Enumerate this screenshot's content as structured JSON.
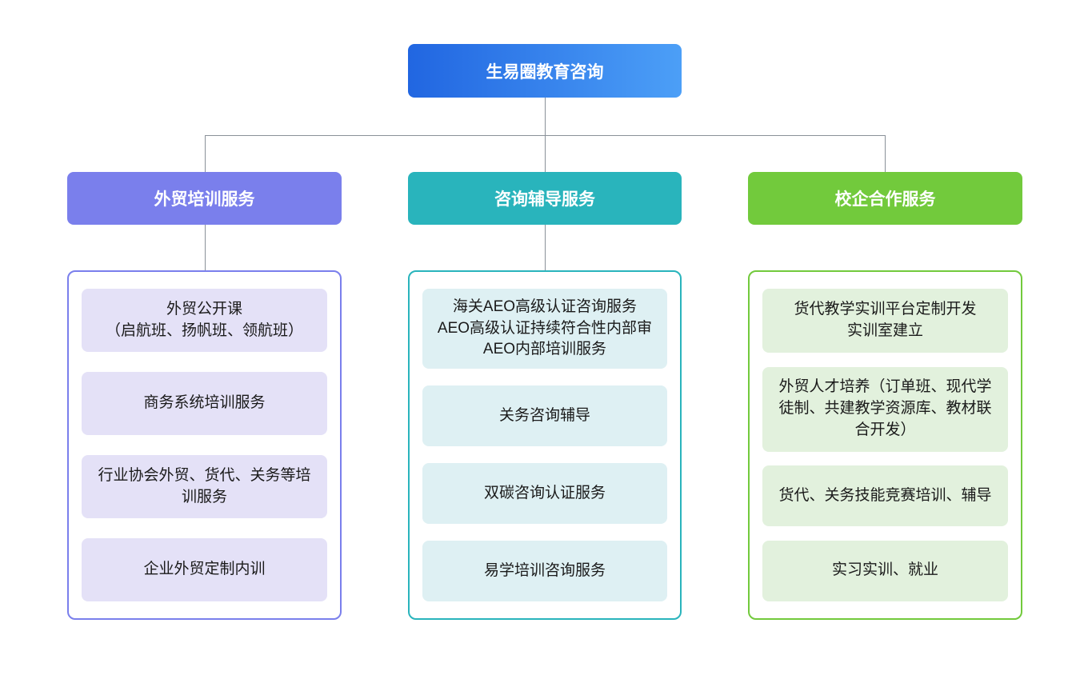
{
  "page_bg": "#ffffff",
  "connector_color": "#8a9199",
  "root": {
    "label": "生易圈教育咨询",
    "gradient_from": "#2166e1",
    "gradient_to": "#4c9ff7"
  },
  "branches": [
    {
      "label": "外贸培训服务",
      "accent": "#7a7fec",
      "item_bg": "#e4e1f7",
      "items": [
        "外贸公开课\n（启航班、扬帆班、领航班）",
        "商务系统培训服务",
        "行业协会外贸、货代、关务等培训服务",
        "企业外贸定制内训"
      ]
    },
    {
      "label": "咨询辅导服务",
      "accent": "#29b4bc",
      "item_bg": "#def0f3",
      "items": [
        "海关AEO高级认证咨询服务\nAEO高级认证持续符合性内部审\nAEO内部培训服务",
        "关务咨询辅导",
        "双碳咨询认证服务",
        "易学培训咨询服务"
      ]
    },
    {
      "label": "校企合作服务",
      "accent": "#72ca3c",
      "item_bg": "#e2f1dd",
      "items": [
        "货代教学实训平台定制开发\n实训室建立",
        "外贸人才培养（订单班、现代学徒制、共建教学资源库、教材联合开发）",
        "货代、关务技能竞赛培训、辅导",
        "实习实训、就业"
      ]
    }
  ]
}
